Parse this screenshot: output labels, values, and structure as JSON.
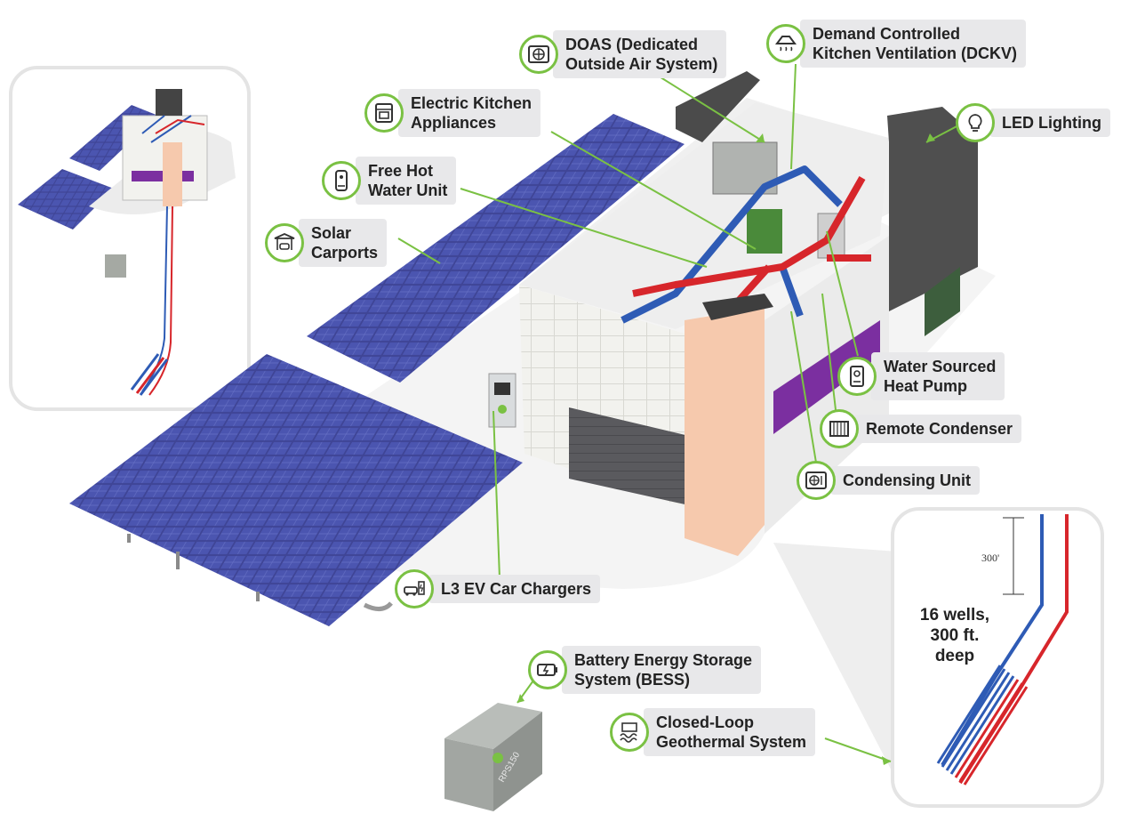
{
  "callouts": {
    "doas": {
      "line1": "DOAS (Dedicated",
      "line2": "Outside Air System)",
      "icon": "fan-unit-icon"
    },
    "dckv": {
      "line1": "Demand Controlled",
      "line2": "Kitchen Ventilation (DCKV)",
      "icon": "range-hood-icon"
    },
    "electric_kitchen": {
      "line1": "Electric Kitchen",
      "line2": "Appliances",
      "icon": "oven-icon"
    },
    "led": {
      "line1": "LED Lighting",
      "icon": "light-bulb-icon"
    },
    "hot_water": {
      "line1": "Free Hot",
      "line2": "Water Unit",
      "icon": "water-heater-icon"
    },
    "solar": {
      "line1": "Solar",
      "line2": "Carports",
      "icon": "solar-carport-icon"
    },
    "wshp": {
      "line1": "Water Sourced",
      "line2": "Heat Pump",
      "icon": "heat-pump-icon"
    },
    "remote_condenser": {
      "line1": "Remote Condenser",
      "icon": "condenser-coil-icon"
    },
    "condensing_unit": {
      "line1": "Condensing Unit",
      "icon": "condensing-fan-icon"
    },
    "ev": {
      "line1": "L3 EV Car Chargers",
      "icon": "ev-charger-icon"
    },
    "bess": {
      "line1": "Battery Energy Storage",
      "line2": "System (BESS)",
      "icon": "battery-icon"
    },
    "geothermal": {
      "line1": "Closed-Loop",
      "line2": "Geothermal System",
      "icon": "geothermal-icon"
    }
  },
  "geothermal_inset": {
    "wells_text_1": "16 wells,",
    "wells_text_2": "300 ft.",
    "wells_text_3": "deep",
    "depth_label": "300'"
  },
  "bess_unit_text": "RPS150",
  "colors": {
    "accent_green": "#7ac143",
    "solar_blue": "#3f4596",
    "accent_purple": "#7b2fa0",
    "pipe_red": "#d7262b",
    "pipe_blue": "#2e5bb5",
    "facade_peach": "#f6c9ad"
  }
}
